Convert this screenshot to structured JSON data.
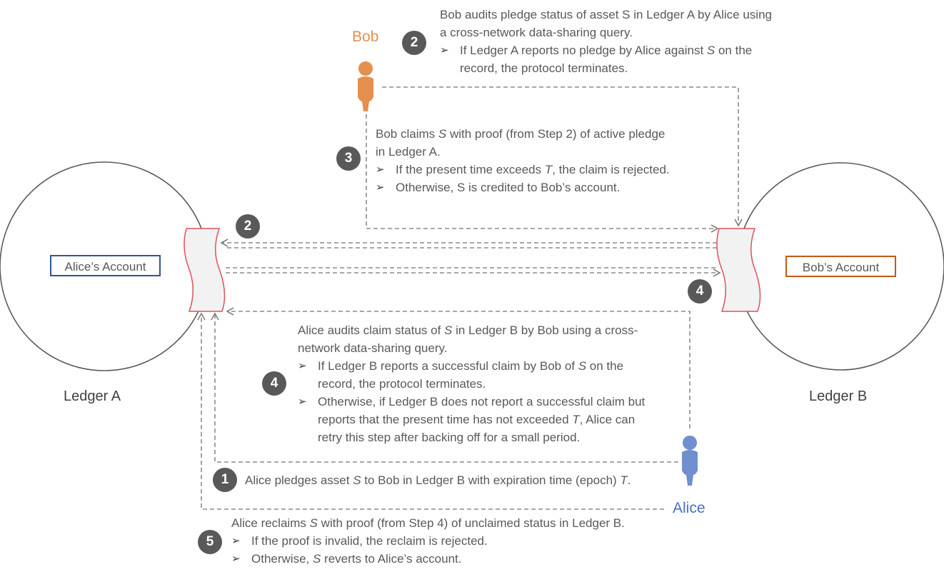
{
  "ledger_a": {
    "label": "Ledger A",
    "account": "Alice’s Account",
    "account_color": "#2f5597"
  },
  "ledger_b": {
    "label": "Ledger B",
    "account": "Bob’s Account",
    "account_color": "#c55a11"
  },
  "bob": {
    "name": "Bob",
    "color": "#e5904e"
  },
  "alice": {
    "name": "Alice",
    "color": "#6f8fcf"
  },
  "steps": {
    "s2_bob": {
      "number": "2",
      "line1": "Bob audits pledge status of asset S in Ledger A by Alice using",
      "line2": "a cross-network data-sharing query.",
      "b1_pre": "If Ledger A reports no pledge by Alice against ",
      "b1_var": "S",
      "b1_post": " on the",
      "b1_line2": "record, the protocol terminates."
    },
    "s3": {
      "number": "3",
      "l1_pre": "Bob claims ",
      "l1_var": "S",
      "l1_post": " with proof (from Step 2) of active pledge",
      "line2": "in Ledger A.",
      "b1_pre": "If the present time exceeds ",
      "b1_var": "T",
      "b1_post": ", the claim is rejected.",
      "b2": "Otherwise, S is credited to Bob’s account."
    },
    "s2_mid": {
      "number": "2"
    },
    "s4_mid": {
      "number": "4"
    },
    "s4": {
      "number": "4",
      "l1_pre": "Alice audits claim status of ",
      "l1_var": "S",
      "l1_post": " in Ledger B by Bob using a cross-",
      "line2": "network data-sharing query.",
      "b1_pre": "If Ledger B reports a successful claim by Bob of ",
      "b1_var": "S",
      "b1_post": " on the",
      "b1_line2": "record, the protocol terminates.",
      "b2_line1": "Otherwise, if Ledger B does not report a successful claim but",
      "b2_l2_pre": "reports that the present time has not exceeded ",
      "b2_l2_var": "T",
      "b2_l2_post": ", Alice can",
      "b2_line3": "retry this step after backing off for a small period."
    },
    "s1": {
      "number": "1",
      "pre": "Alice pledges asset ",
      "var1": "S",
      "mid": " to Bob in Ledger B with expiration time (epoch) ",
      "var2": "T",
      "post": "."
    },
    "s5": {
      "number": "5",
      "l1_pre": "Alice reclaims ",
      "l1_var": "S",
      "l1_post": " with proof (from Step 4) of unclaimed status in Ledger B.",
      "b1": "If the proof is invalid, the reclaim is rejected.",
      "b2_pre": "Otherwise, ",
      "b2_var": "S",
      "b2_post": " reverts to Alice’s account."
    }
  }
}
